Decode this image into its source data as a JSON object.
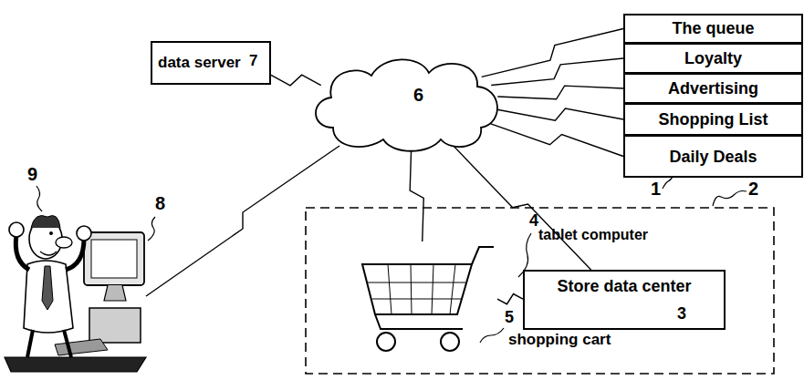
{
  "diagram": {
    "nodes": [
      {
        "text": [
          "data server"
        ]
      },
      {
        "text": [
          "6"
        ]
      },
      {
        "text": [
          "The queue"
        ]
      },
      {
        "text": [
          "Loyalty"
        ]
      },
      {
        "text": [
          "Advertising"
        ]
      },
      {
        "text": [
          "Shopping List"
        ]
      },
      {
        "text": [
          "Daily Deals"
        ]
      },
      {
        "text": [
          "shopping cart"
        ]
      },
      {
        "text": [
          "Store data center"
        ]
      }
    ],
    "edges": [
      {
        "from": 0,
        "to": 1,
        "arrow": "none"
      },
      {
        "from": 1,
        "to": 2,
        "arrow": "none"
      },
      {
        "from": 1,
        "to": 3,
        "arrow": "none"
      },
      {
        "from": 1,
        "to": 4,
        "arrow": "none"
      },
      {
        "from": 1,
        "to": 5,
        "arrow": "none"
      },
      {
        "from": 1,
        "to": 6,
        "arrow": "none"
      },
      {
        "from": 1,
        "to": 7,
        "arrow": "none"
      },
      {
        "from": 1,
        "to": 8,
        "arrow": "none"
      },
      {
        "from": 7,
        "to": 8,
        "arrow": "none"
      }
    ],
    "labels": [
      "7",
      "1",
      "2",
      "4",
      "tablet computer",
      "3",
      "5",
      "9",
      "8"
    ]
  }
}
